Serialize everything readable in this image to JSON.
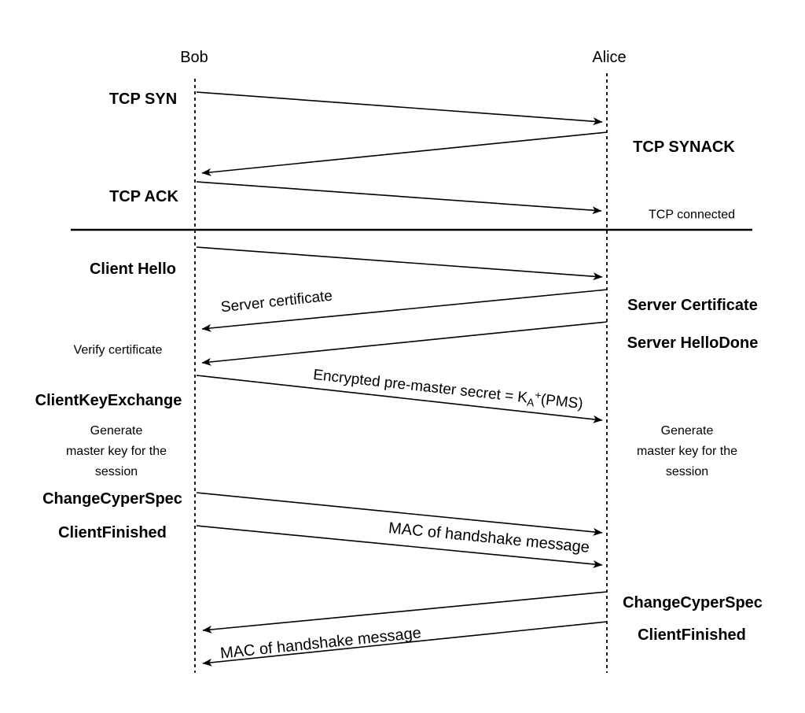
{
  "diagram_type": "tls-handshake-sequence",
  "colors": {
    "line": "#000000",
    "background": "#ffffff",
    "text": "#000000"
  },
  "actors": {
    "left": "Bob",
    "right": "Alice"
  },
  "tcp_handshake": {
    "syn_label": "TCP SYN",
    "synack_label": "TCP SYNACK",
    "ack_label": "TCP ACK",
    "status_note": "TCP connected"
  },
  "tls_handshake": {
    "client_hello_label": "Client Hello",
    "server_certificate_arrow_label": "Server certificate",
    "server_certificate_label": "Server Certificate",
    "server_hellodone_label": "Server HelloDone",
    "verify_certificate_note": "Verify certificate",
    "client_key_exchange_label": "ClientKeyExchange",
    "encrypted_pms": {
      "prefix": "Encrypted pre-master secret = K",
      "subscript": "A",
      "superscript": "+",
      "suffix": "(PMS)"
    },
    "generate_master_key_note": {
      "line1": "Generate",
      "line2": "master key for the",
      "line3": "session"
    },
    "client_change_cyper_spec_label": "ChangeCyperSpec",
    "client_finished_label": "ClientFinished",
    "client_mac_label": "MAC of handshake message",
    "server_change_cyper_spec_label": "ChangeCyperSpec",
    "server_finished_label": "ClientFinished",
    "server_mac_label": "MAC of handshake message"
  }
}
